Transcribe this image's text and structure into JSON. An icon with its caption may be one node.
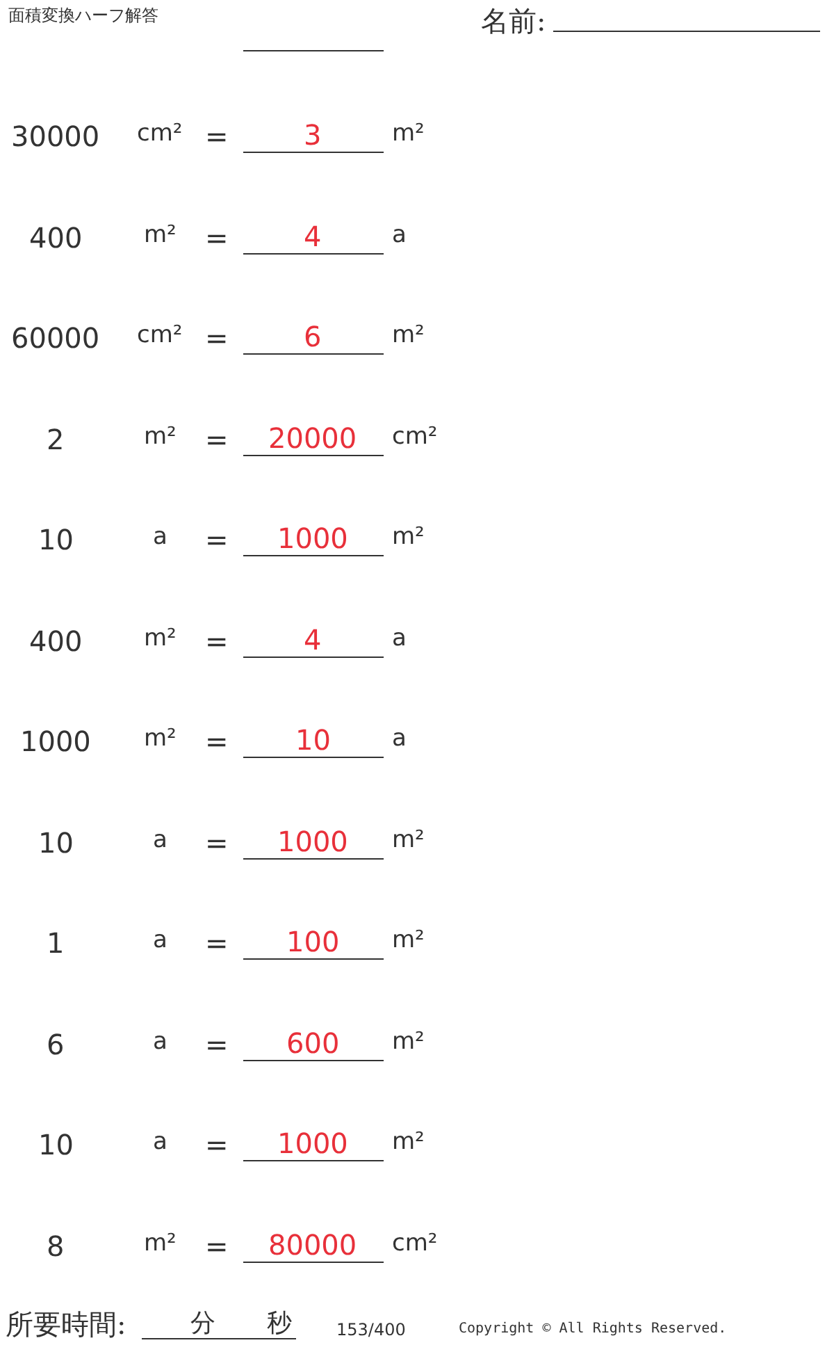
{
  "diagram": {
    "title": "面積変換ハーフ解答",
    "labels": [
      "名前:",
      "30000",
      "cm²",
      "=",
      "3",
      "m²",
      "400",
      "m²",
      "=",
      "4",
      "a",
      "60000",
      "cm²",
      "=",
      "6",
      "m²",
      "2",
      "m²",
      "=",
      "20000",
      "cm²",
      "10",
      "a",
      "=",
      "1000",
      "m²",
      "400",
      "m²",
      "=",
      "4",
      "a",
      "1000",
      "m²",
      "=",
      "10",
      "a",
      "10",
      "a",
      "=",
      "1000",
      "m²",
      "1",
      "a",
      "=",
      "100",
      "m²",
      "6",
      "a",
      "=",
      "600",
      "m²",
      "10",
      "a",
      "=",
      "1000",
      "m²",
      "8",
      "m²",
      "=",
      "80000",
      "cm²",
      "所要時間:",
      "分",
      "秒",
      "153/400",
      "Copyright © All Rights Reserved."
    ]
  }
}
